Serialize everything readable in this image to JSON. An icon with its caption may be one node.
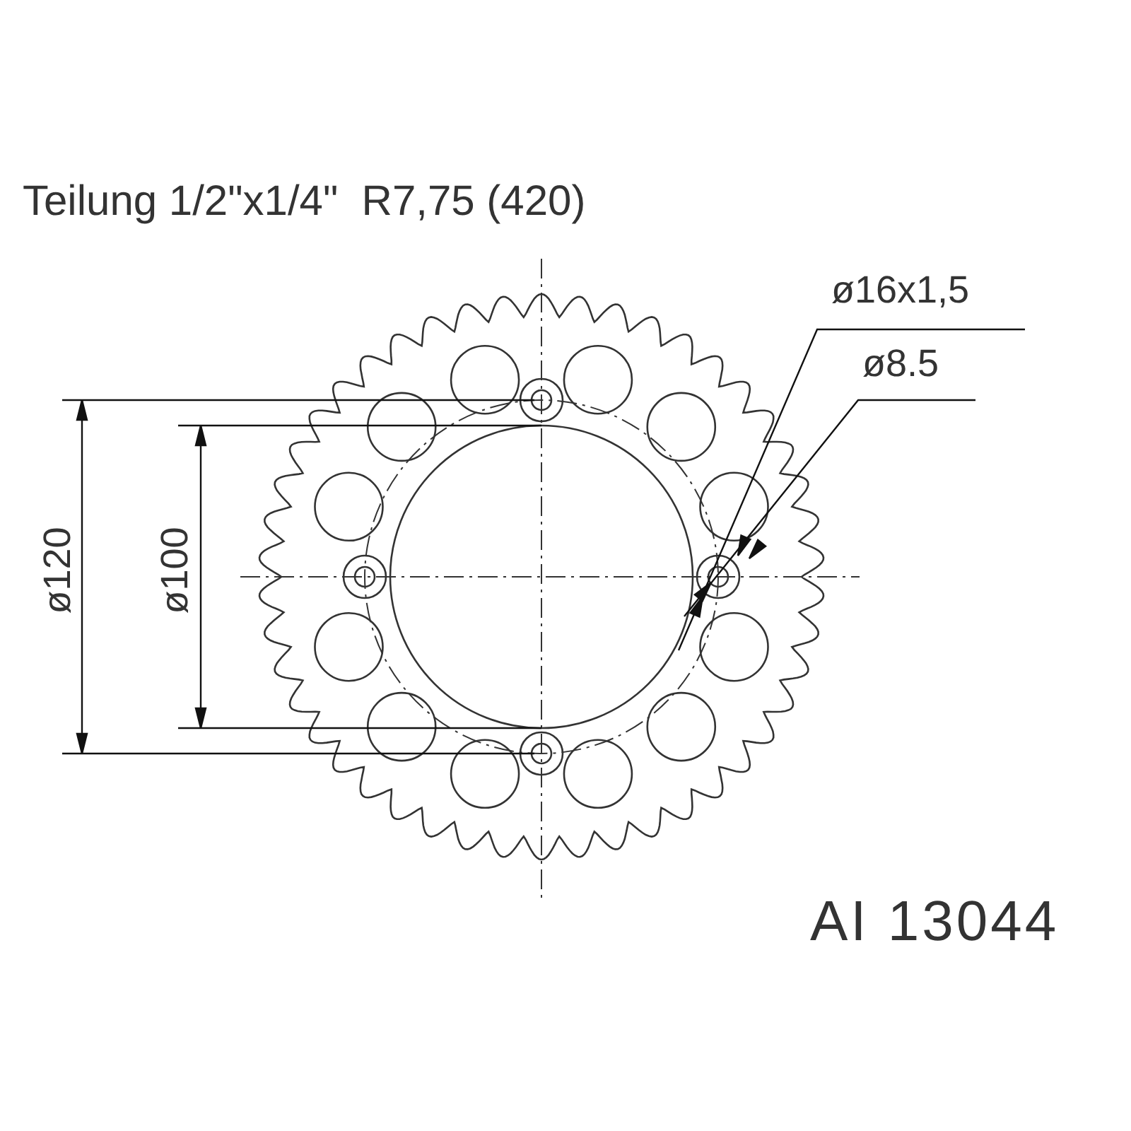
{
  "diagram": {
    "labels": [
      "Teilung 1/2\"x1/4\"  R7,75 (420)",
      "ø16x1,5",
      "ø8.5",
      "ø120",
      "ø100",
      "AI 13044"
    ]
  }
}
